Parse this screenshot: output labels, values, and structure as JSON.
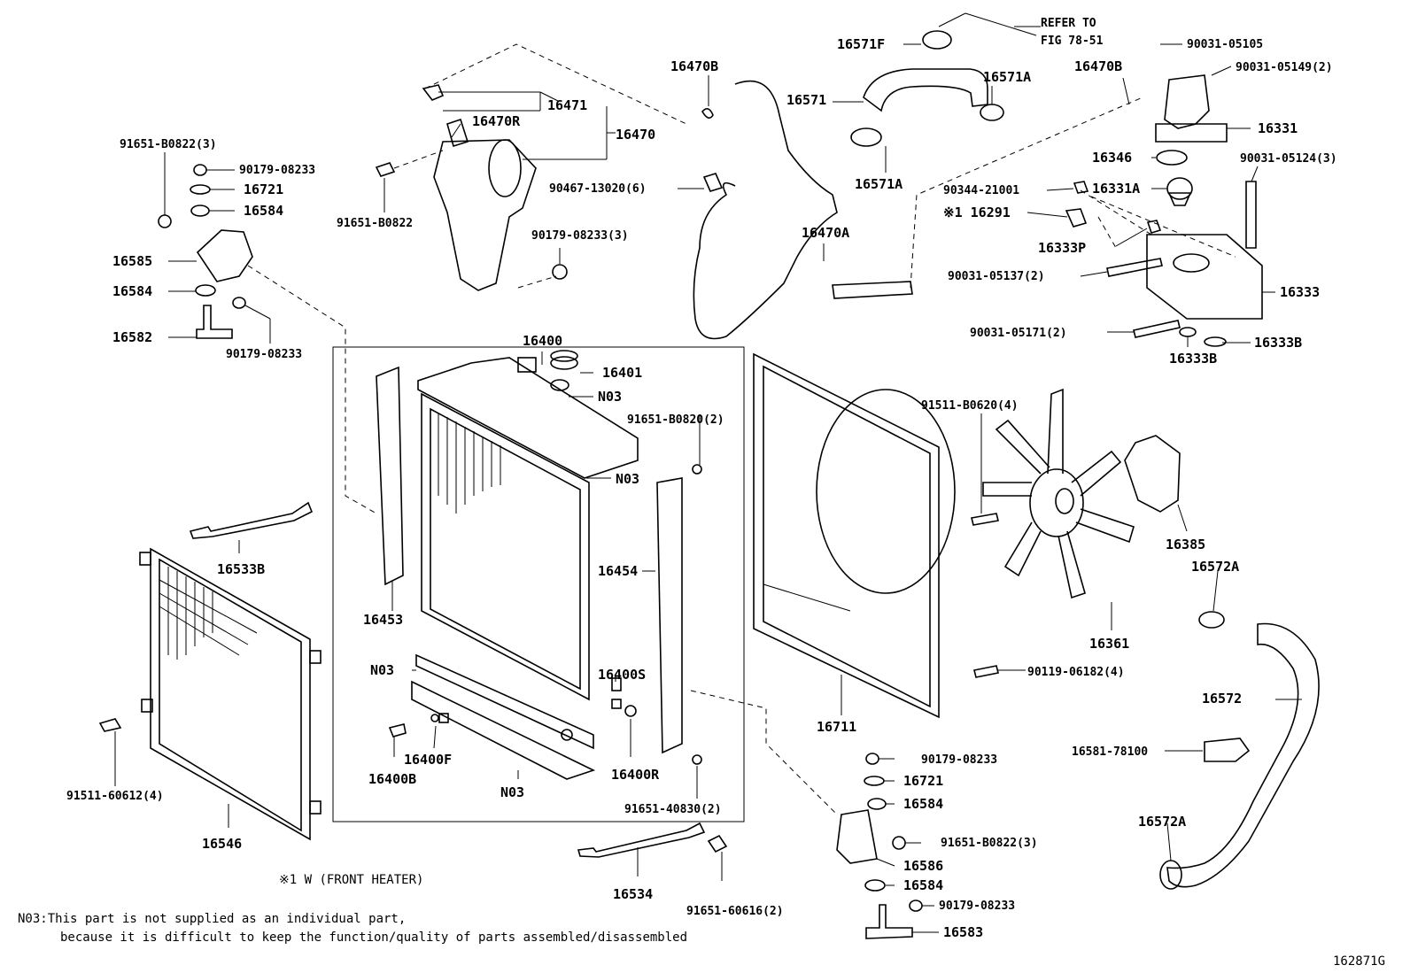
{
  "diagram_id": "162871G",
  "refer_note": {
    "line1": "REFER TO",
    "line2": "FIG 78-51"
  },
  "footnote_marker": "※1 W (FRONT HEATER)",
  "n03_note": {
    "line1": "N03:This part is not supplied as an individual part,",
    "line2": "because it is difficult to keep the function/quality of parts assembled/disassembled"
  },
  "labels": {
    "p16400": "16400",
    "p16401": "16401",
    "n03_a": "N03",
    "n03_b": "N03",
    "n03_c": "N03",
    "n03_d": "N03",
    "p16453": "16453",
    "p16454": "16454",
    "p16400S": "16400S",
    "p16400F": "16400F",
    "p16400B": "16400B",
    "p16400R": "16400R",
    "p16546": "16546",
    "p16533B": "16533B",
    "p16534": "16534",
    "p16711": "16711",
    "p16361": "16361",
    "p16385": "16385",
    "p16572A_a": "16572A",
    "p16572A_b": "16572A",
    "p16572": "16572",
    "p16581": "16581-78100",
    "p16470A": "16470A",
    "p16470B_a": "16470B",
    "p16470B_b": "16470B",
    "p16470R": "16470R",
    "p16471": "16471",
    "p16470": "16470",
    "p16571F": "16571F",
    "p16571": "16571",
    "p16571A_a": "16571A",
    "p16571A_b": "16571A",
    "p16331": "16331",
    "p16346": "16346",
    "p16331A": "16331A",
    "p16291": "※1 16291",
    "p16333P": "16333P",
    "p16333": "16333",
    "p16333B_a": "16333B",
    "p16333B_b": "16333B",
    "p16585": "16585",
    "p16584_a": "16584",
    "p16584_b": "16584",
    "p16721_a": "16721",
    "p16582": "16582",
    "p16721_b": "16721",
    "p16584_c": "16584",
    "p16586": "16586",
    "p16584_d": "16584",
    "p16583": "16583",
    "b91651_B0822_3a": "91651-B0822(3)",
    "b90179_08233_a": "90179-08233",
    "b90179_08233_b": "90179-08233",
    "b91651_B0822": "91651-B0822",
    "b90467_13020": "90467-13020(6)",
    "b90179_08233_3": "90179-08233(3)",
    "b90031_05105": "90031-05105",
    "b90031_05149": "90031-05149(2)",
    "b90031_05124": "90031-05124(3)",
    "b90344_21001": "90344-21001",
    "b90031_05137": "90031-05137(2)",
    "b90031_05171": "90031-05171(2)",
    "b91651_B0820": "91651-B0820(2)",
    "b91511_B0620": "91511-B0620(4)",
    "b90119_06182": "90119-06182(4)",
    "b91511_60612": "91511-60612(4)",
    "b91651_40830": "91651-40830(2)",
    "b91651_60616": "91651-60616(2)",
    "b90179_08233_c": "90179-08233",
    "b91651_B0822_3b": "91651-B0822(3)",
    "b90179_08233_d": "90179-08233"
  }
}
